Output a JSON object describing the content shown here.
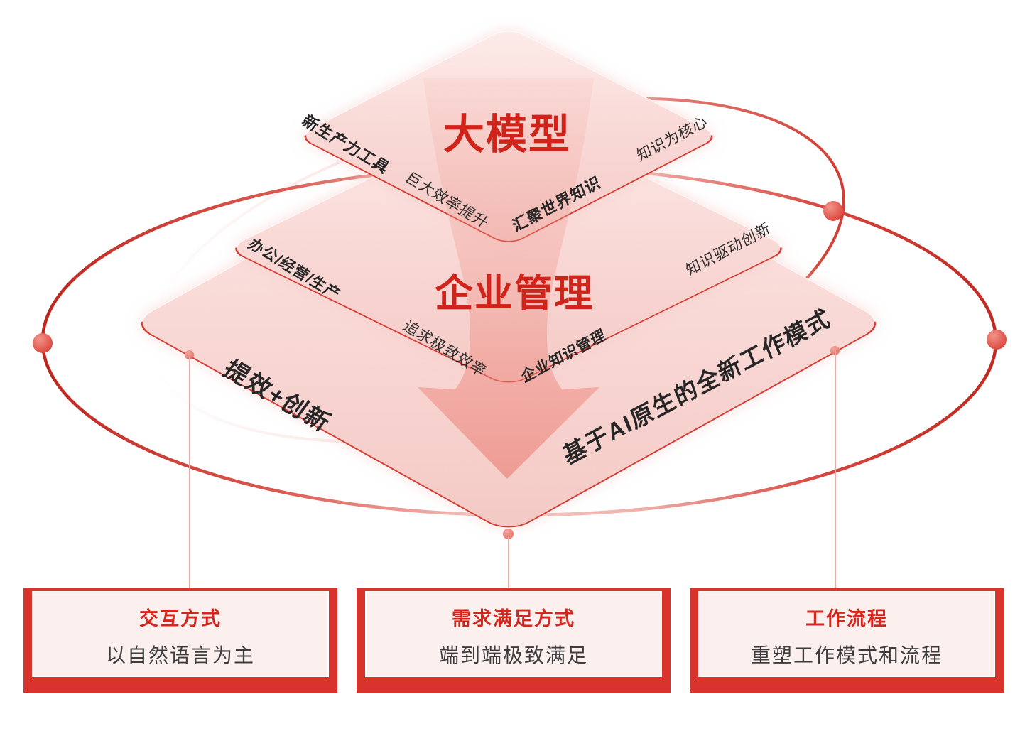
{
  "pyramid": {
    "top": {
      "title": "大模型",
      "upper_left_label": "新生产力工具",
      "lower_left_label": "巨大效率提升",
      "lower_right_label": "汇聚世界知识",
      "upper_right_label": "知识为核心"
    },
    "middle": {
      "title": "企业管理",
      "upper_left_label": "办公/经营/生产",
      "lower_left_label": "追求极致效率",
      "lower_right_label": "企业知识管理",
      "upper_right_label": "知识驱动创新"
    },
    "bottom": {
      "left_label": "提效+创新",
      "right_label": "基于AI原生的全新工作模式"
    }
  },
  "cards": [
    {
      "title": "交互方式",
      "desc": "以自然语言为主"
    },
    {
      "title": "需求满足方式",
      "desc": "端到端极致满足"
    },
    {
      "title": "工作流程",
      "desc": "重塑工作模式和流程"
    }
  ],
  "colors": {
    "accent_red": "#d8342c",
    "title_red": "#d0241b",
    "edge_red": "#d63a30",
    "label_black": "#2e2e2e",
    "diamond_pink": "#f8d6d3",
    "orbit_red": "#c3302a",
    "orbit_light": "#f7d4d0"
  }
}
